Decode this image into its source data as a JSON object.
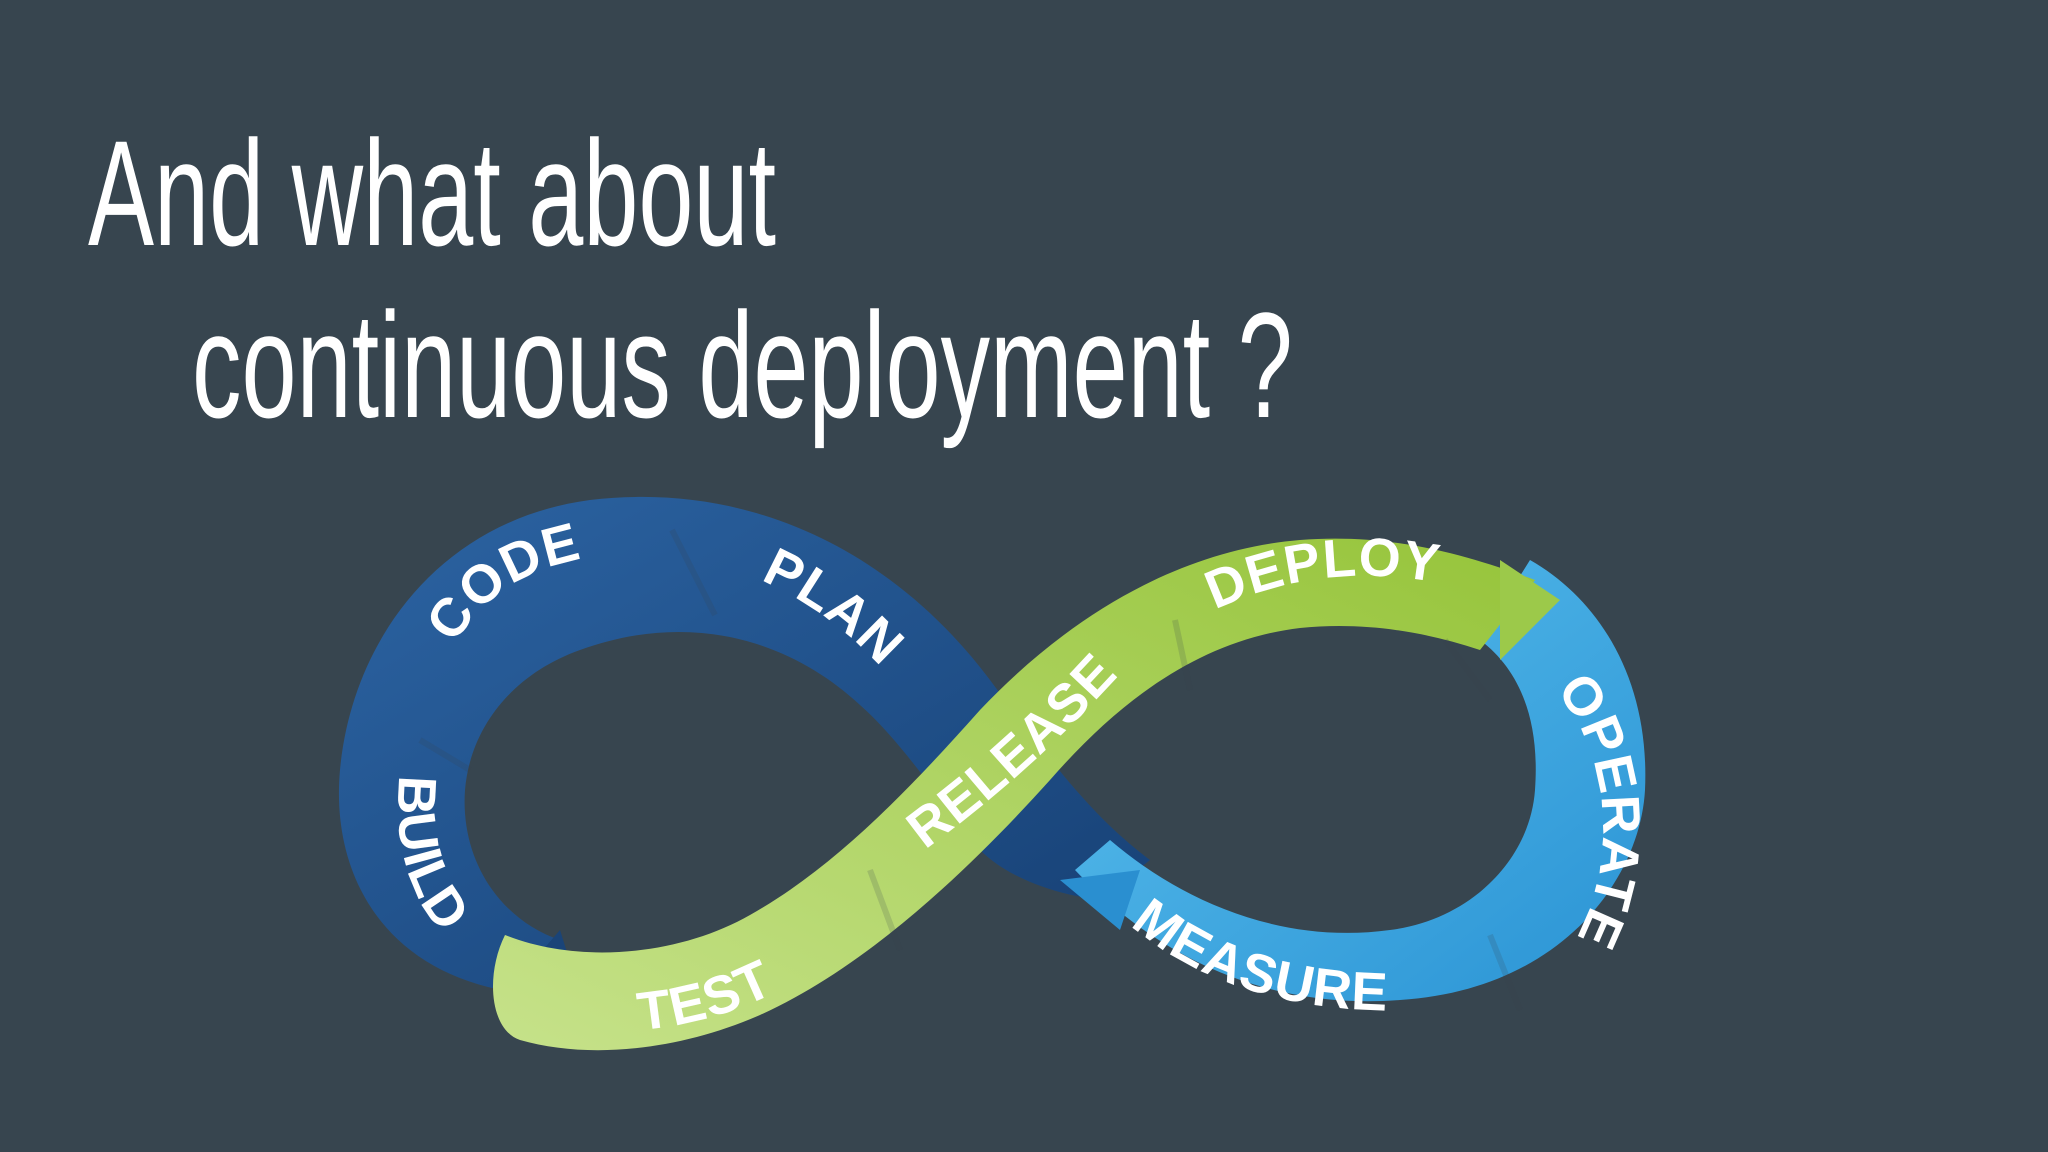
{
  "title": {
    "line1": "And what about",
    "line2": "continuous deployment ?"
  },
  "diagram": {
    "stages": [
      {
        "id": "code",
        "label": "CODE",
        "color": "#1e4f8a"
      },
      {
        "id": "plan",
        "label": "PLAN",
        "color": "#1e4f8a"
      },
      {
        "id": "build",
        "label": "BUILD",
        "color": "#1e4f8a"
      },
      {
        "id": "test",
        "label": "TEST",
        "color": "#a9cf55"
      },
      {
        "id": "release",
        "label": "RELEASE",
        "color": "#a9cf55"
      },
      {
        "id": "deploy",
        "label": "DEPLOY",
        "color": "#a9cf55"
      },
      {
        "id": "operate",
        "label": "OPERATE",
        "color": "#3aa5dc"
      },
      {
        "id": "measure",
        "label": "MEASURE",
        "color": "#3aa5dc"
      }
    ]
  },
  "colors": {
    "background": "#37454f",
    "dark_blue": "#1e4f8a",
    "green": "#a9cf55",
    "light_blue": "#3aa5dc"
  }
}
